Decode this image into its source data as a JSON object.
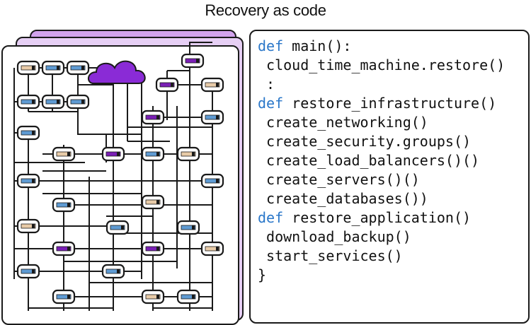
{
  "title": "Recovery as code",
  "colors": {
    "purple": "#8a2bd6",
    "blue_server": "#5f9bd3",
    "tan_server": "#e8cba8",
    "purple_server": "#7a1fb5",
    "keyword": "#2a77c9"
  },
  "code": {
    "lines": [
      {
        "kw": "def",
        "text": " main():"
      },
      {
        "kw": "",
        "text": " cloud_time_machine.restore()"
      },
      {
        "kw": "",
        "text": " :"
      },
      {
        "kw": "def",
        "text": " restore_infrastructure()"
      },
      {
        "kw": "",
        "text": " create_networking()"
      },
      {
        "kw": "",
        "text": " create_security.groups()"
      },
      {
        "kw": "",
        "text": " create_load_balancers()()"
      },
      {
        "kw": "",
        "text": " create_servers()()"
      },
      {
        "kw": "",
        "text": " create_databases())"
      },
      {
        "kw": "def",
        "text": " restore_application()"
      },
      {
        "kw": "",
        "text": " download_backup()"
      },
      {
        "kw": "",
        "text": " start_services()"
      },
      {
        "kw": "",
        "text": "}"
      }
    ]
  },
  "network": {
    "cloud_icon": "cloud-icon",
    "server_icon": "server-icon"
  }
}
